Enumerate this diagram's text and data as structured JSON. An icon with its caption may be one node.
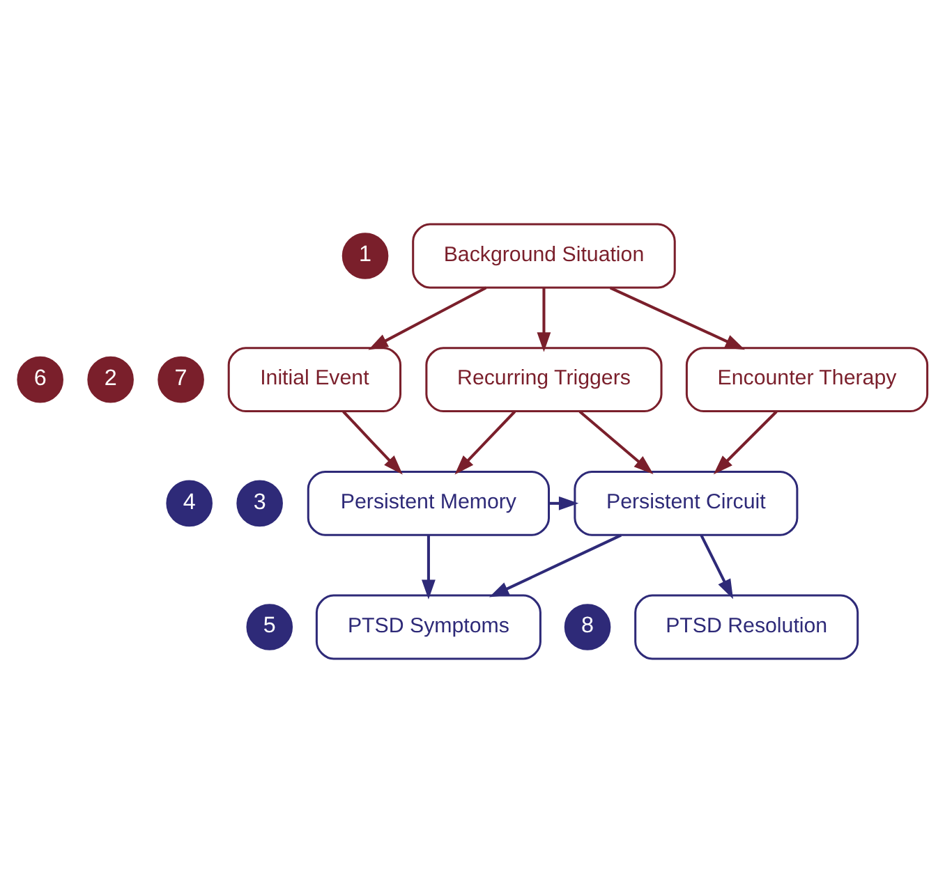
{
  "diagram": {
    "nodes": [
      {
        "text": [
          "Background Situation"
        ]
      },
      {
        "text": [
          "1"
        ]
      },
      {
        "text": [
          "Initial Event"
        ]
      },
      {
        "text": [
          "2"
        ]
      },
      {
        "text": [
          "Recurring Triggers"
        ]
      },
      {
        "text": [
          "6"
        ]
      },
      {
        "text": [
          "Encounter Therapy"
        ]
      },
      {
        "text": [
          "7"
        ]
      },
      {
        "text": [
          "Persistent Memory"
        ]
      },
      {
        "text": [
          "3"
        ]
      },
      {
        "text": [
          "Persistent Circuit"
        ]
      },
      {
        "text": [
          "4"
        ]
      },
      {
        "text": [
          "PTSD Symptoms"
        ]
      },
      {
        "text": [
          "5"
        ]
      },
      {
        "text": [
          "PTSD Resolution"
        ]
      },
      {
        "text": [
          "8"
        ]
      }
    ],
    "edges": [
      {
        "from": 0,
        "to": 2,
        "arrow": "to"
      },
      {
        "from": 0,
        "to": 4,
        "arrow": "to"
      },
      {
        "from": 0,
        "to": 6,
        "arrow": "to"
      },
      {
        "from": 2,
        "to": 8,
        "arrow": "to"
      },
      {
        "from": 4,
        "to": 8,
        "arrow": "to"
      },
      {
        "from": 4,
        "to": 10,
        "arrow": "to"
      },
      {
        "from": 6,
        "to": 10,
        "arrow": "to"
      },
      {
        "from": 8,
        "to": 10,
        "arrow": "to",
        "color": "#2e2a78"
      },
      {
        "from": 8,
        "to": 12,
        "arrow": "to",
        "color": "#2e2a78"
      },
      {
        "from": 10,
        "to": 12,
        "arrow": "to",
        "color": "#2e2a78"
      },
      {
        "from": 10,
        "to": 14,
        "arrow": "to",
        "color": "#2e2a78"
      }
    ]
  }
}
